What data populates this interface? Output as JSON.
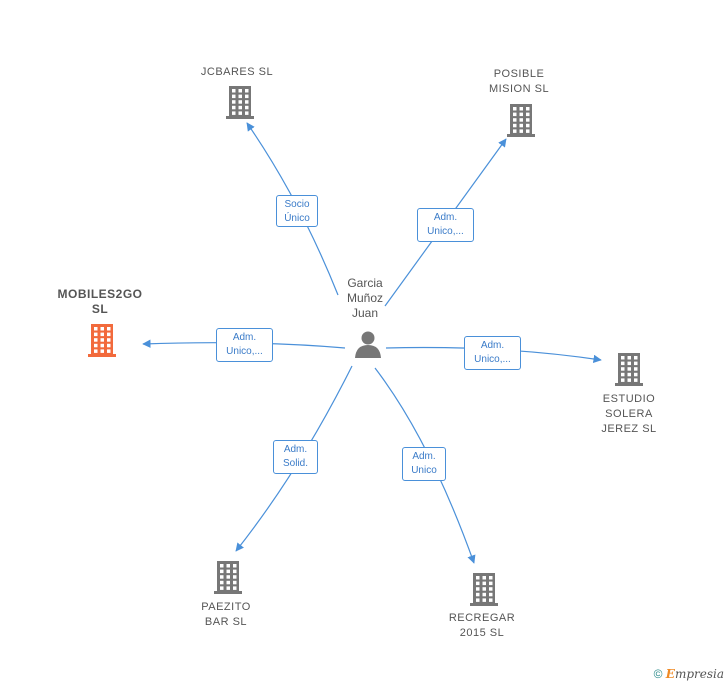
{
  "person": {
    "name": "Garcia\nMuñoz\nJuan",
    "icon": "person-icon"
  },
  "companies": [
    {
      "id": "jcbares",
      "label": "JCBARES  SL",
      "icon": "building-icon",
      "color": "#777777",
      "primary": false
    },
    {
      "id": "posible",
      "label": "POSIBLE\nMISION SL",
      "icon": "building-icon",
      "color": "#777777",
      "primary": false
    },
    {
      "id": "mobiles",
      "label": "MOBILES2GO\nSL",
      "icon": "building-icon",
      "color": "#f26a3c",
      "primary": true
    },
    {
      "id": "estudio",
      "label": "ESTUDIO\nSOLERA\nJEREZ  SL",
      "icon": "building-icon",
      "color": "#777777",
      "primary": false
    },
    {
      "id": "paezito",
      "label": "PAEZITO\nBAR  SL",
      "icon": "building-icon",
      "color": "#777777",
      "primary": false
    },
    {
      "id": "recregar",
      "label": "RECREGAR\n2015  SL",
      "icon": "building-icon",
      "color": "#777777",
      "primary": false
    }
  ],
  "relations": [
    {
      "to": "jcbares",
      "lines": [
        "Socio",
        "Único"
      ]
    },
    {
      "to": "posible",
      "lines": [
        "Adm.",
        "Unico,..."
      ]
    },
    {
      "to": "mobiles",
      "lines": [
        "Adm.",
        "Unico,..."
      ]
    },
    {
      "to": "estudio",
      "lines": [
        "Adm.",
        "Unico,..."
      ]
    },
    {
      "to": "paezito",
      "lines": [
        "Adm.",
        "Solid."
      ]
    },
    {
      "to": "recregar",
      "lines": [
        "Adm.",
        "Unico"
      ]
    }
  ],
  "colors": {
    "edge": "#4a90d9",
    "building": "#777777",
    "primary": "#f26a3c"
  },
  "watermark": {
    "copyright": "©",
    "brand_e": "E",
    "brand_rest": "mpresia"
  }
}
